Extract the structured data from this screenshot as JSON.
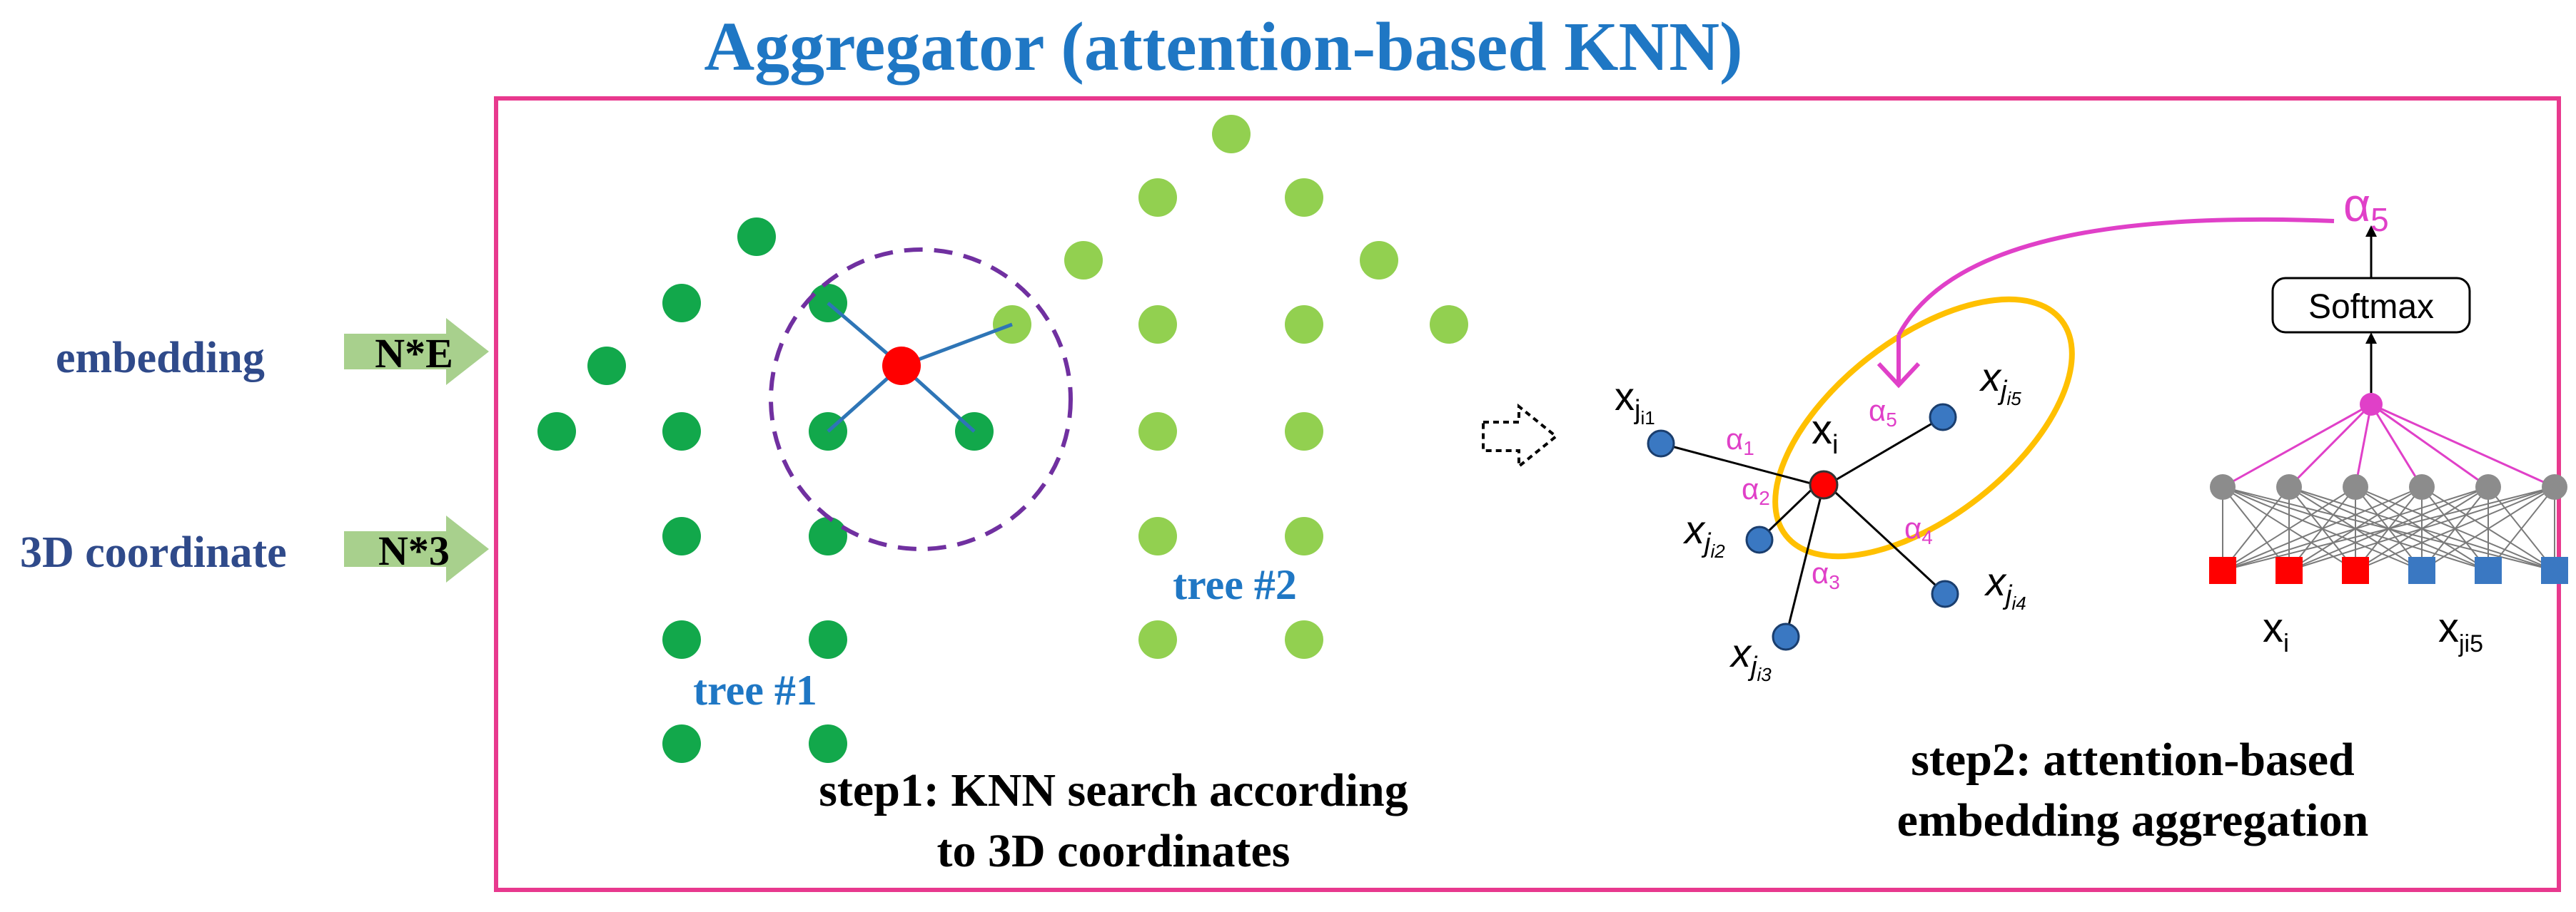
{
  "title": "Aggregator (attention-based KNN)",
  "colors": {
    "title_blue": "#1F77C4",
    "label_navy": "#2F4A8A",
    "frame_magenta": "#E8398E",
    "arrow_fill": "#A8D08D",
    "tree1_green": "#12A84B",
    "tree2_green": "#92D050",
    "center_red": "#FF0000",
    "edge_blue": "#2E75B6",
    "circle_purple": "#7030A0",
    "alpha_pink": "#E040C8",
    "ellipse_orange": "#FFC000",
    "node_blue": "#3A78C2",
    "gray_node": "#8C8C8C"
  },
  "inputs": {
    "embedding_label": "embedding",
    "embedding_shape": "N*E",
    "coordinate_label": "3D coordinate",
    "coordinate_shape": "N*3"
  },
  "step1": {
    "tree1_label": "tree #1",
    "tree2_label": "tree #2",
    "caption_line1": "step1: KNN search according",
    "caption_line2": "to 3D coordinates"
  },
  "step2": {
    "center_label": "x",
    "center_sub": "i",
    "neighbor_base": "x",
    "neighbor_subs": [
      "j",
      "j",
      "j",
      "j",
      "j"
    ],
    "neighbor_subsubs": [
      "i1",
      "i2",
      "i3",
      "i4",
      "i5"
    ],
    "alpha_symbol": "α",
    "alpha_subs": [
      "1",
      "2",
      "3",
      "4",
      "5"
    ],
    "softmax_label": "Softmax",
    "output_alpha_symbol": "α",
    "output_alpha_sub": "5",
    "input_left_base": "x",
    "input_left_sub": "i",
    "input_right_base": "x",
    "input_right_sub": "ji5",
    "caption_line1": "step2: attention-based",
    "caption_line2": "embedding aggregation"
  }
}
